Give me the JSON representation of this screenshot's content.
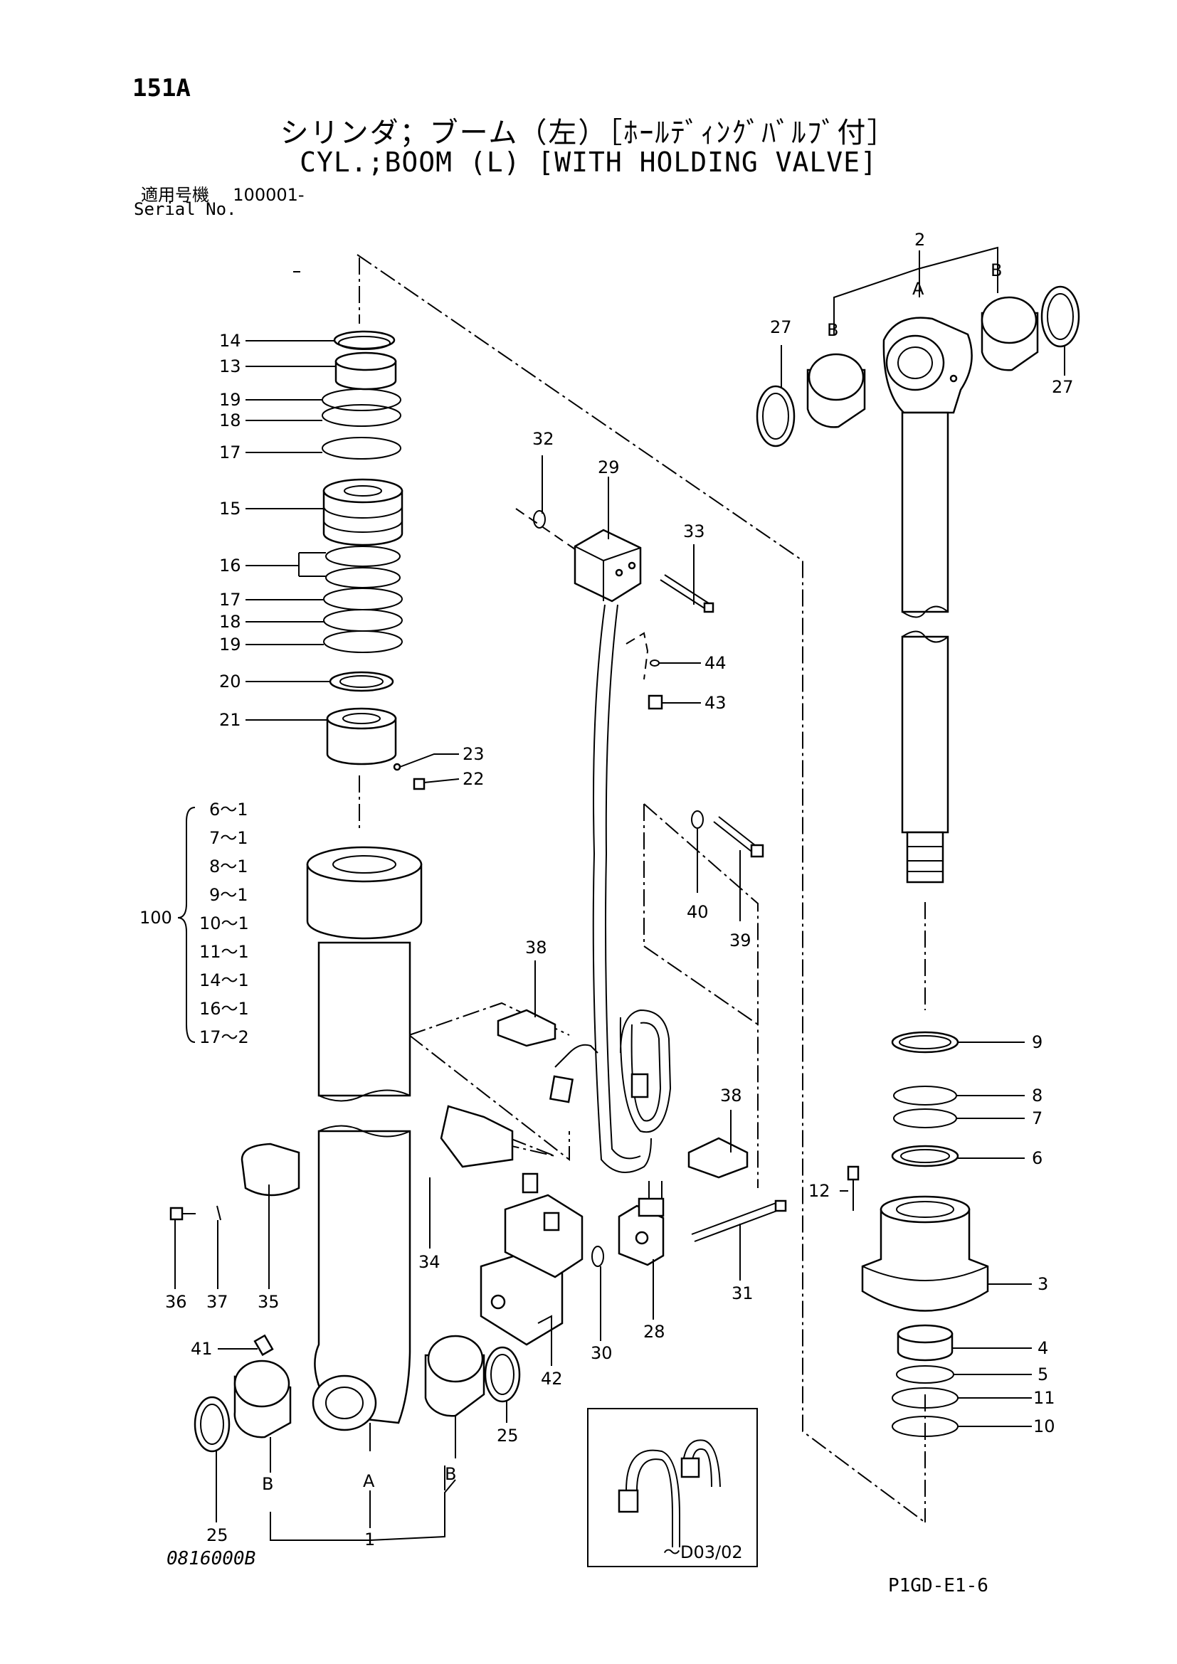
{
  "header": {
    "page_number": "151A",
    "title_ja": "シリンダ；ブーム（左）［ﾎｰﾙﾃﾞｨﾝｸﾞﾊﾞﾙﾌﾞ付］",
    "title_en": "CYL.;BOOM (L) [WITH HOLDING VALVE]",
    "serial_label_ja": "適用号機",
    "serial_value": "100001-",
    "serial_label_en": "Serial No."
  },
  "footer": {
    "drawing_code": "0816000B",
    "sheet_code": "P1GD-E1-6"
  },
  "callouts": {
    "c14": "14",
    "c13": "13",
    "c19a": "19",
    "c18a": "18",
    "c17a": "17",
    "c15": "15",
    "c16": "16",
    "c17b": "17",
    "c18b": "18",
    "c19b": "19",
    "c20": "20",
    "c21": "21",
    "c23": "23",
    "c22": "22",
    "c32": "32",
    "c29": "29",
    "c33": "33",
    "c44": "44",
    "c43": "43",
    "c40": "40",
    "c39": "39",
    "c38a": "38",
    "c38b": "38",
    "c2": "2",
    "cA_top": "A",
    "cB_top_left": "B",
    "cB_top_right": "B",
    "c27_left": "27",
    "c27_right": "27",
    "c9": "9",
    "c8": "8",
    "c7": "7",
    "c6": "6",
    "c12": "12",
    "c3": "3",
    "c4": "4",
    "c5": "5",
    "c11": "11",
    "c10": "10",
    "c36": "36",
    "c37": "37",
    "c35": "35",
    "c34": "34",
    "c41": "41",
    "c42": "42",
    "c30": "30",
    "c28": "28",
    "c31": "31",
    "c25_right": "25",
    "c25_left": "25",
    "cA_bottom": "A",
    "cB_bottom_right": "B",
    "cB_bottom_left": "B",
    "c1": "1",
    "c100": "100"
  },
  "kit_100": [
    "6～1",
    "7～1",
    "8～1",
    "9～1",
    "10～1",
    "11～1",
    "14～1",
    "16～1",
    "17～2"
  ],
  "inset_label": "～D03/02"
}
